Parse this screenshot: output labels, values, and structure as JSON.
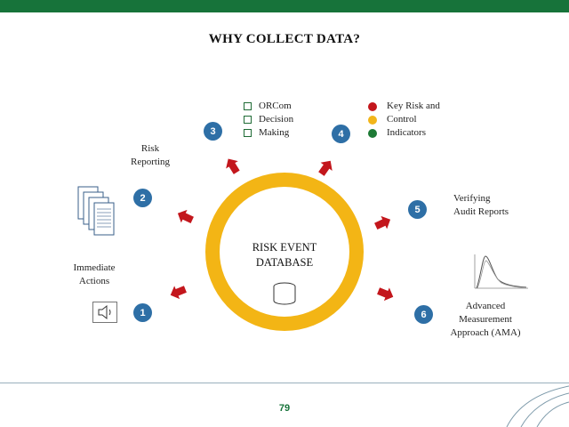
{
  "title": "WHY COLLECT DATA?",
  "center": {
    "line1": "RISK EVENT",
    "line2": "DATABASE"
  },
  "items": {
    "n1": {
      "number": "1",
      "label_line1": "Immediate",
      "label_line2": "Actions"
    },
    "n2": {
      "number": "2",
      "label_line1": "Risk",
      "label_line2": "Reporting"
    },
    "n3": {
      "number": "3"
    },
    "n4": {
      "number": "4"
    },
    "n5": {
      "number": "5",
      "label_line1": "Verifying",
      "label_line2": "Audit Reports"
    },
    "n6": {
      "number": "6",
      "label_line1": "Advanced",
      "label_line2": "Measurement",
      "label_line3": "Approach (AMA)"
    }
  },
  "checklist": [
    "ORCom",
    "Decision",
    "Making"
  ],
  "kri": {
    "lines": [
      "Key Risk and",
      "Control",
      "Indicators"
    ],
    "dots": [
      "#c3161c",
      "#f2b51a",
      "#1d7a35"
    ]
  },
  "colors": {
    "accent_green": "#17733a",
    "ring": "#f3b515",
    "badge": "#2e6fa6",
    "arrow": "#c3161c"
  },
  "page_number": "79"
}
